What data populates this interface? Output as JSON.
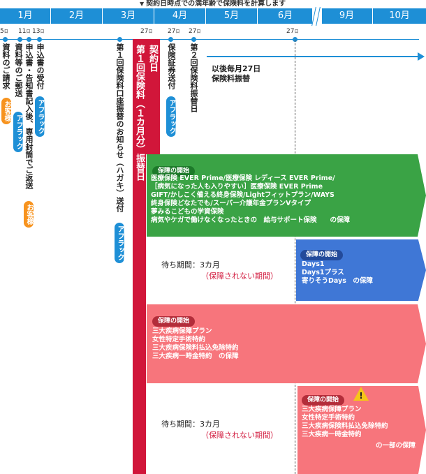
{
  "header": {
    "note": "契約日時点での満年齢で保険料を計算します"
  },
  "months": [
    "1月",
    "2月",
    "3月",
    "4月",
    "5月",
    "6月",
    "9月",
    "10月"
  ],
  "dates": {
    "d5": "5",
    "d11": "11",
    "d13": "13",
    "d27a": "27",
    "d27b": "27",
    "d27c": "27",
    "d27d": "27",
    "day_suffix": "日"
  },
  "events": {
    "request_docs": "資料のご請求",
    "fill_return": "申込書・告知書記入後、専用封筒でご返送",
    "send_docs": "資料等のご郵送",
    "receive_app": "申込書の受付",
    "first_notice": "第１回保険料口座振替のお知らせ（ハガキ）送付",
    "contract_day": "契約日",
    "first_premium": "第１回保険料（１カ月分）振替日",
    "policy_send": "保険証券送付",
    "second_premium": "第２回保険料振替日",
    "monthly": [
      "以後毎月27日",
      "保険料振替"
    ]
  },
  "actors": {
    "customer": "お客様",
    "aflac": "アフラック"
  },
  "panels": {
    "green": {
      "badge": "保障の開始",
      "lines": [
        "医療保険 EVER Prime/医療保険 レディース EVER Prime/",
        "［病気になった人も入りやすい］医療保険 EVER Prime",
        "GIFT/かしこく備える終身保険/Lightフィットプラン/WAYS",
        "終身保険どなたでも/スーパー介護年金プランVタイプ",
        "夢みるこどもの学資保険",
        "病気やケガで働けなくなったときの　給与サポート保険　　の保障"
      ]
    },
    "wait": {
      "line1": "待ち期間：3カ月",
      "line2": "（保障されない期間）"
    },
    "blue": {
      "badge": "保障の開始",
      "lines": [
        "Days1",
        "Days1プラス",
        "寄りそうDays　の保障"
      ]
    },
    "pink": {
      "badge": "保障の開始",
      "lines": [
        "三大疾病保障プラン",
        "女性特定手術特約",
        "三大疾病保険料払込免除特約",
        "三大疾病一時金特約　の保障"
      ]
    },
    "pink2": {
      "badge": "保障の開始",
      "lines": [
        "三大疾病保障プラン",
        "女性特定手術特約",
        "三大疾病保険料払込免除特約",
        "三大疾病一時金特約"
      ],
      "tail": "の一部の保障"
    }
  },
  "colors": {
    "timeline": "#1e8fd6",
    "red": "#d1163a",
    "green": "#3aa345",
    "blue": "#3f77d6",
    "pink": "#f7757c",
    "orange": "#f7931e"
  },
  "icons": {
    "warning": "warning-icon"
  }
}
